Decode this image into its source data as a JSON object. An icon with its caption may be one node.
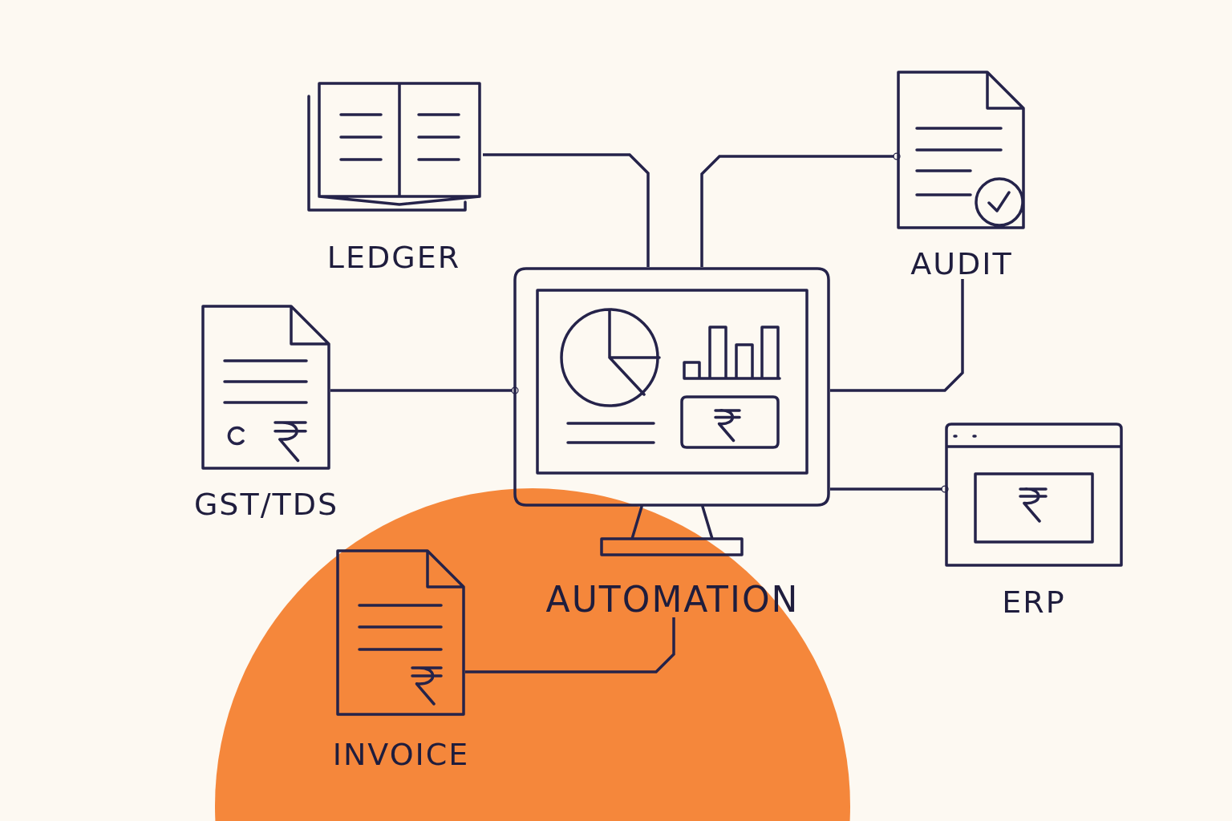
{
  "diagram": {
    "nodes": [
      {
        "text": [
          "LEDGER"
        ]
      },
      {
        "text": [
          "AUDIT"
        ]
      },
      {
        "text": [
          "GST/TDS"
        ]
      },
      {
        "text": [
          "AUTOMATION"
        ]
      },
      {
        "text": [
          "ERP"
        ]
      },
      {
        "text": [
          "INVOICE"
        ]
      }
    ],
    "edges": [
      {
        "from": 0,
        "to": 3,
        "arrow": "none"
      },
      {
        "from": 1,
        "to": 3,
        "arrow": "other"
      },
      {
        "from": 1,
        "to": 3,
        "arrow": "none"
      },
      {
        "from": 2,
        "to": 3,
        "arrow": "other"
      },
      {
        "from": 4,
        "to": 3,
        "arrow": "other"
      },
      {
        "from": 5,
        "to": 3,
        "arrow": "none"
      }
    ]
  }
}
